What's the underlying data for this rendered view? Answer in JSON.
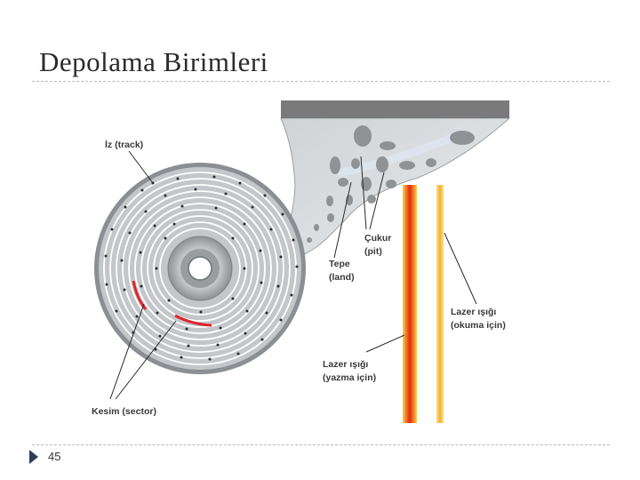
{
  "slide": {
    "title": "Depolama Birimleri",
    "page_number": "45"
  },
  "figure": {
    "labels": {
      "track": "İz (track)",
      "pit_1": "Çukur",
      "pit_2": "(pit)",
      "land_1": "Tepe",
      "land_2": "(land)",
      "read_laser_1": "Lazer ışığı",
      "read_laser_2": "(okuma için)",
      "write_laser_1": "Lazer ışığı",
      "write_laser_2": "(yazma için)",
      "sector": "Kesim (sector)"
    },
    "colors": {
      "disc": "#c4c6c9",
      "track_line": "#ffffff",
      "sector_highlight": "#e0242a",
      "write_laser": "#f04a1a",
      "read_laser": "#f5c34c",
      "surface_top": "#767676"
    }
  }
}
